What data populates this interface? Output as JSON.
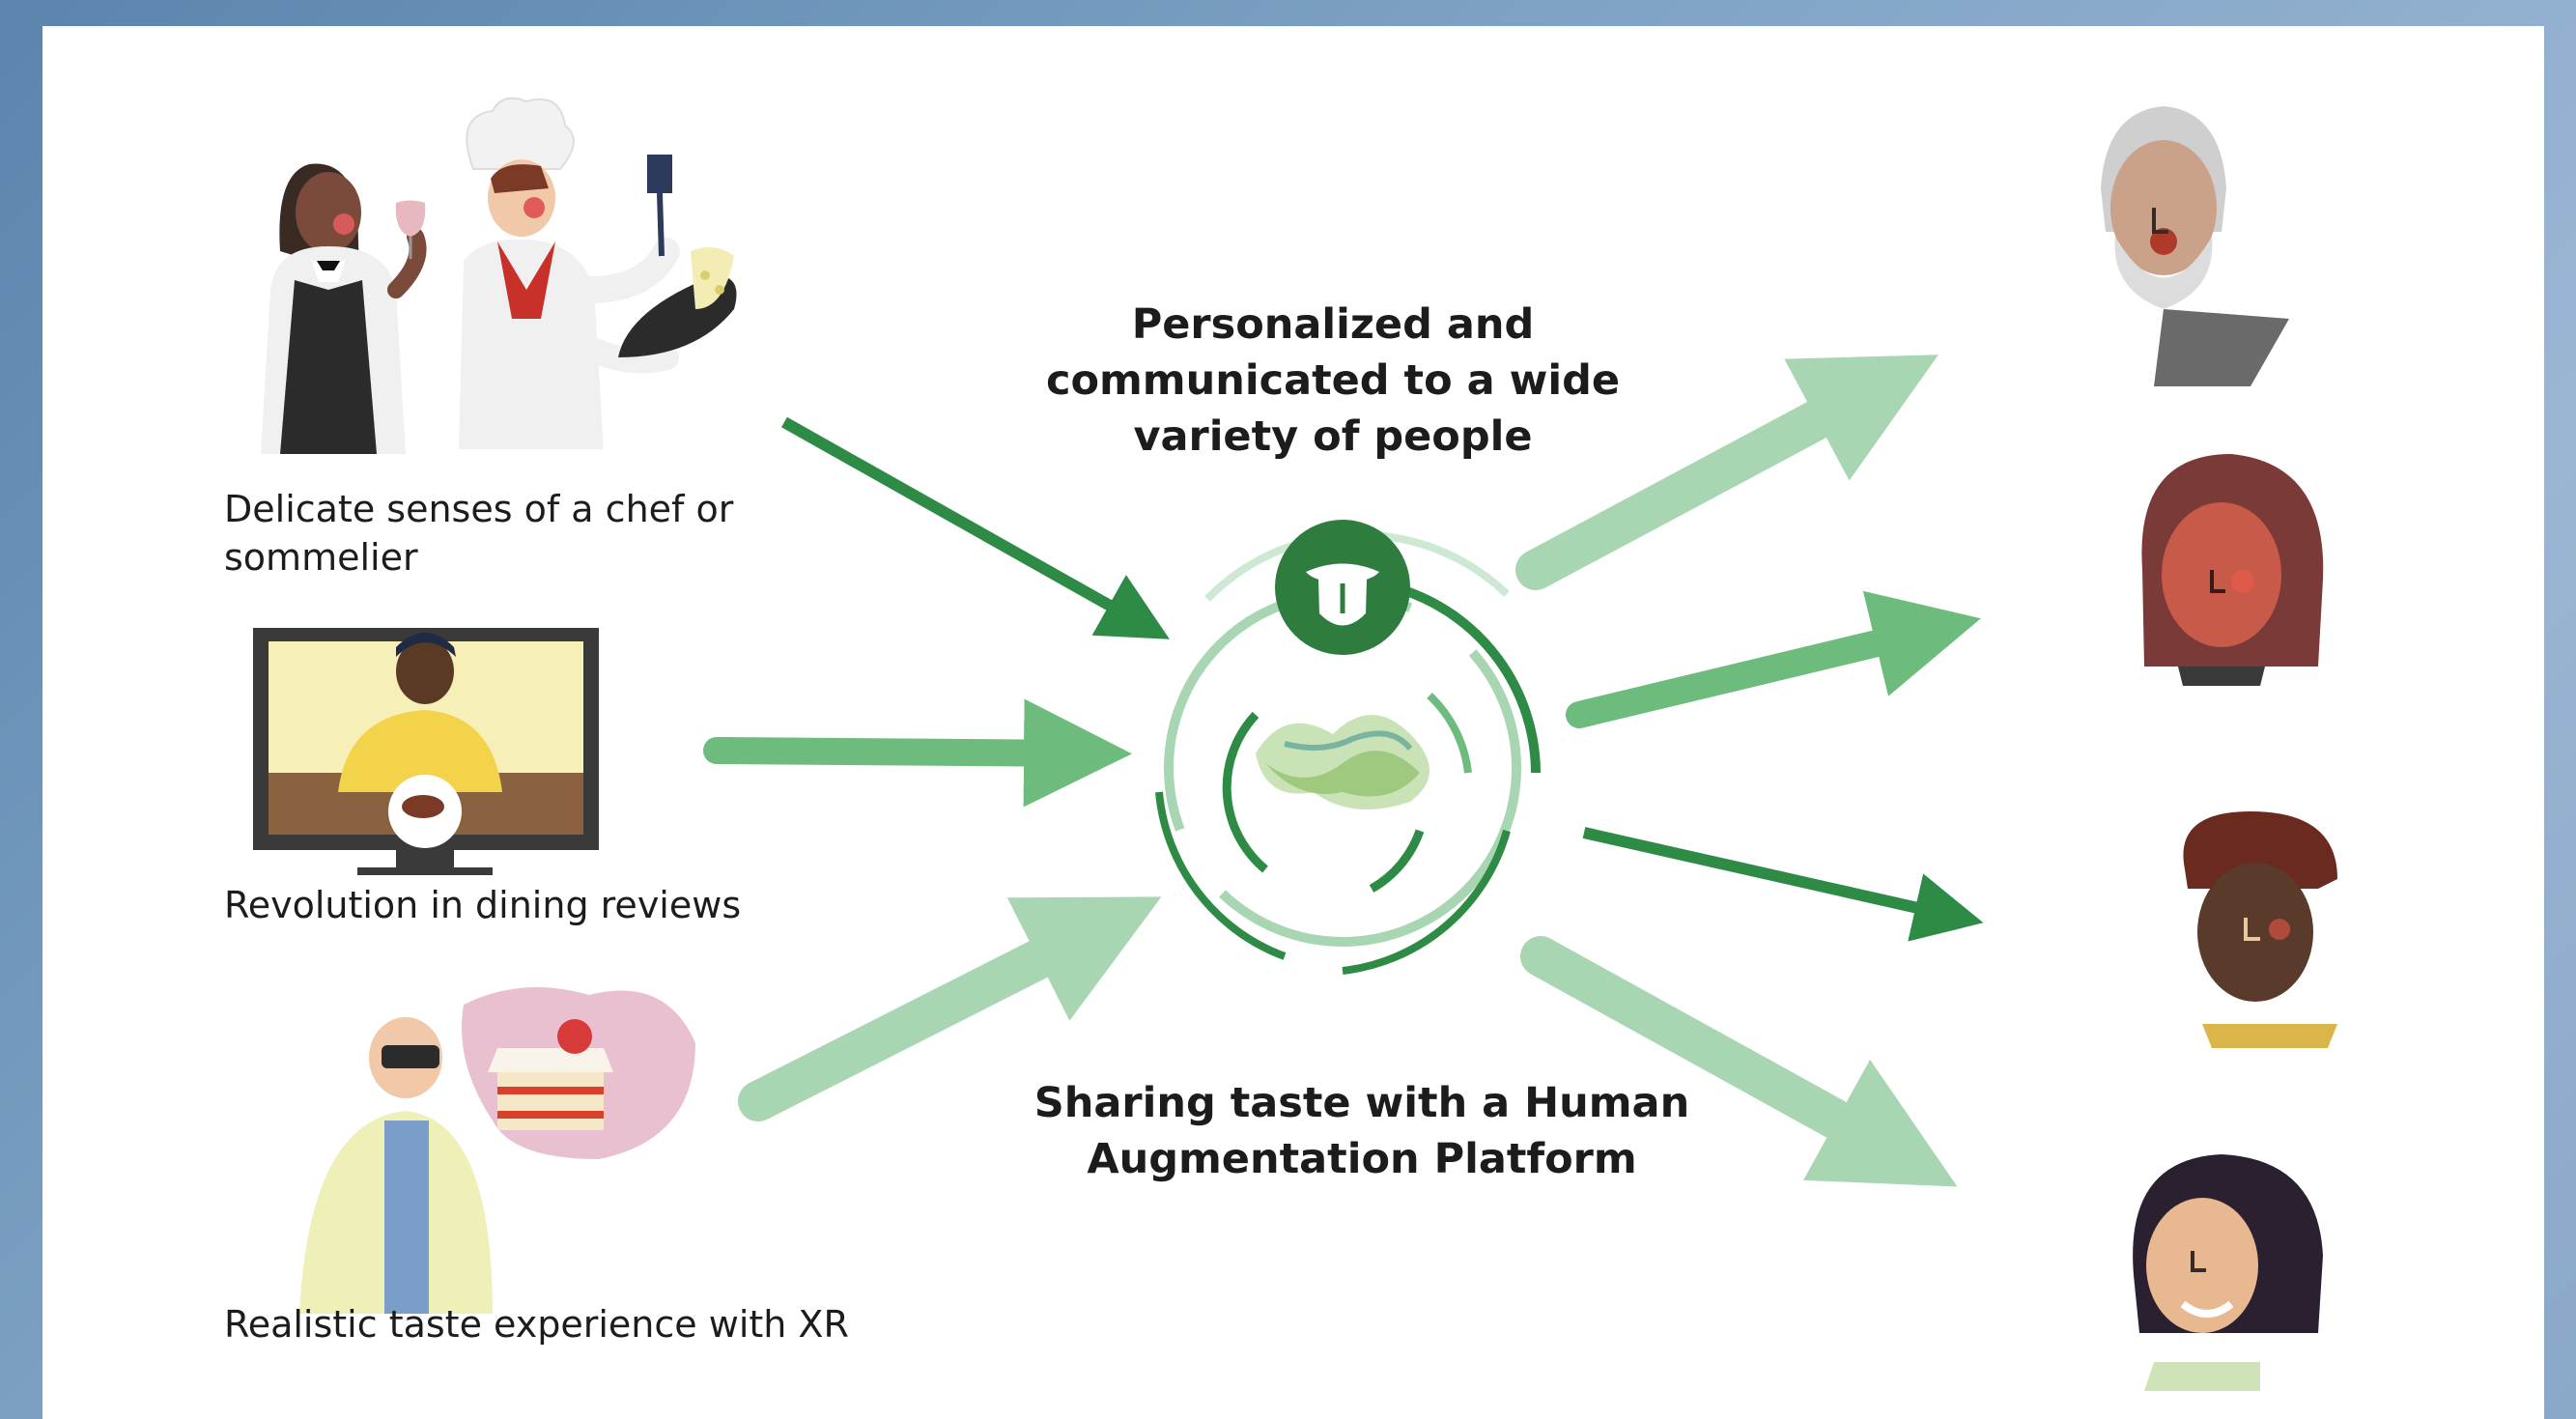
{
  "inputs": [
    {
      "label": "Delicate senses of a chef or sommelier"
    },
    {
      "label": "Revolution in dining reviews"
    },
    {
      "label": "Realistic taste experience with XR"
    }
  ],
  "center": {
    "top_caption": "Personalized and communicated to a wide variety of people",
    "bottom_caption": "Sharing taste with a Human Augmentation Platform"
  },
  "colors": {
    "dark_green": "#2e8b45",
    "mid_green": "#6dbb7d",
    "light_green": "#a8d6b2",
    "background": "#7fa3c6"
  },
  "icons": {
    "hub": "tongue-icon",
    "center_shape": "taste-wave-icon"
  }
}
